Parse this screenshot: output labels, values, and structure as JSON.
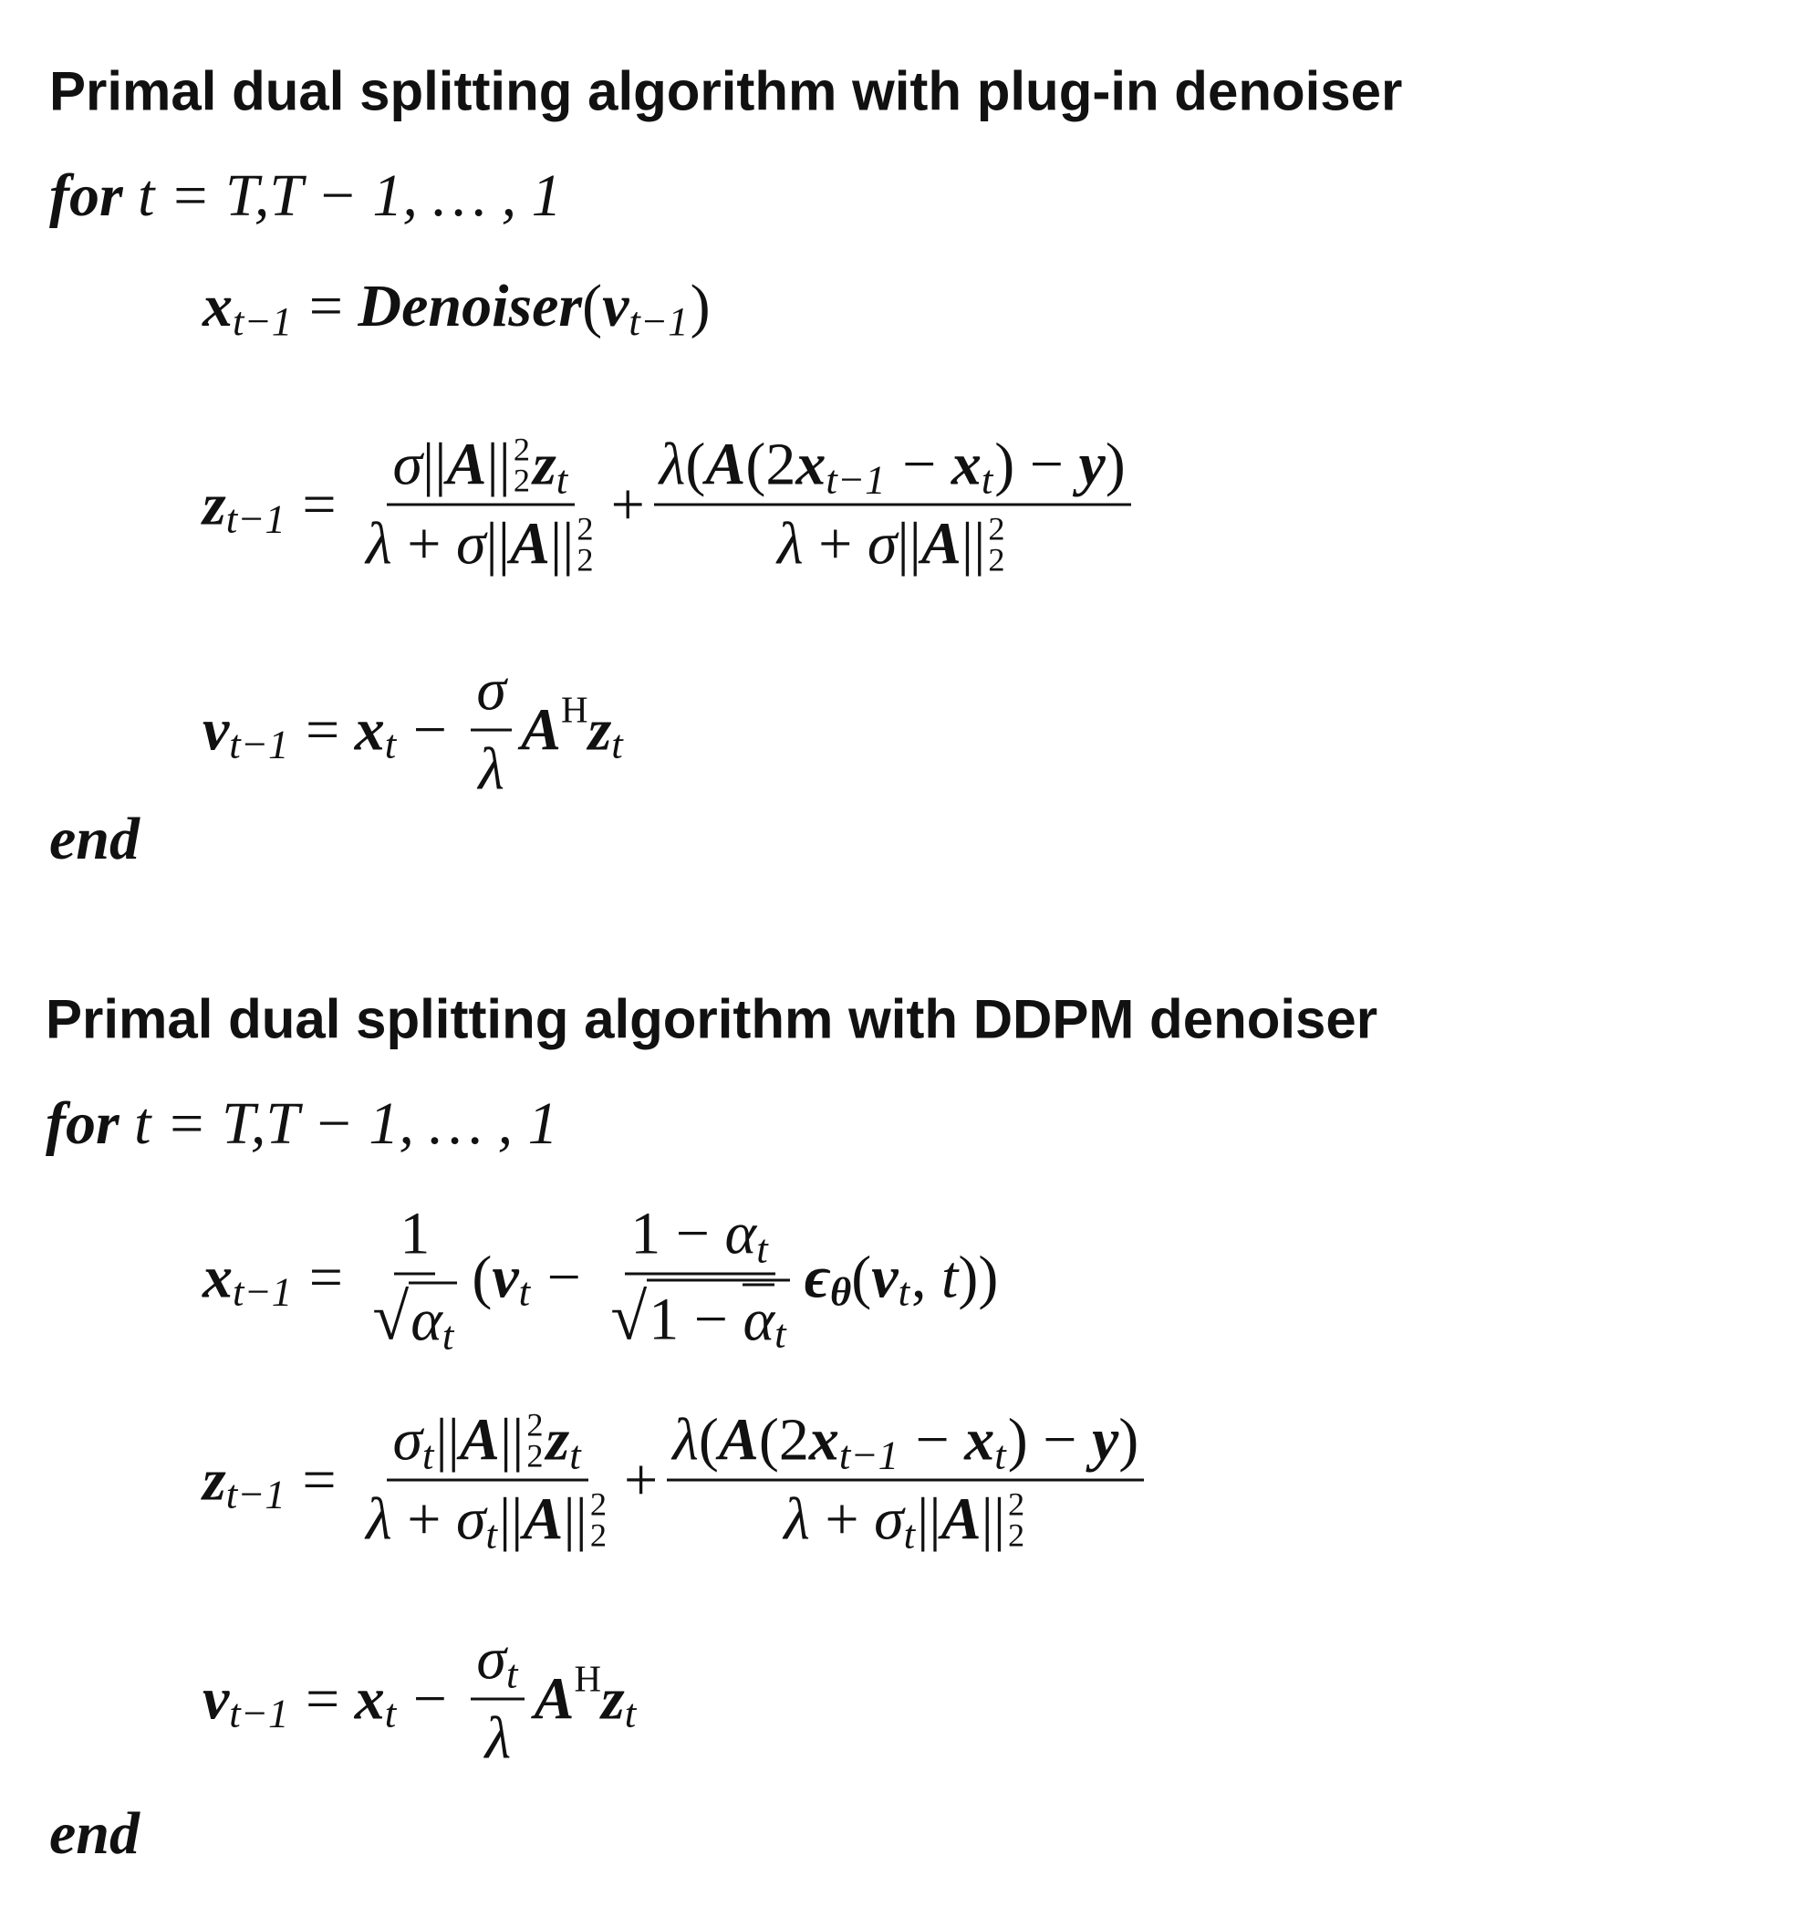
{
  "algorithms": [
    {
      "title": "Primal dual splitting algorithm with plug-in denoiser",
      "for_kw": "for",
      "loop": " t = T,T − 1, … , 1",
      "end_kw": "end",
      "formulas": [
        [
          {
            "t": "x",
            "s": "bi"
          },
          {
            "t": "t−1",
            "s": "sub"
          },
          {
            "t": " = ",
            "s": "r"
          },
          {
            "t": "Denoiser",
            "s": "bi"
          },
          {
            "t": "(",
            "s": "r"
          },
          {
            "t": "v",
            "s": "bi"
          },
          {
            "t": "t−1",
            "s": "sub"
          },
          {
            "t": ")",
            "s": "r"
          }
        ],
        [
          {
            "t": "z",
            "s": "bi"
          },
          {
            "t": "t−1",
            "s": "sub"
          },
          {
            "t": " = ",
            "s": "r"
          },
          {
            "s": "frac",
            "num": [
              {
                "t": "σ",
                "s": "i"
              },
              {
                "t": "||",
                "s": "r"
              },
              {
                "t": "A",
                "s": "bi"
              },
              {
                "t": "||",
                "s": "r"
              },
              {
                "s": "ss",
                "sup": "2",
                "sub": "2"
              },
              {
                "t": "z",
                "s": "bi"
              },
              {
                "t": "t",
                "s": "sub"
              }
            ],
            "den": [
              {
                "t": "λ",
                "s": "i"
              },
              {
                "t": " + ",
                "s": "r"
              },
              {
                "t": "σ",
                "s": "i"
              },
              {
                "t": "||",
                "s": "r"
              },
              {
                "t": "A",
                "s": "bi"
              },
              {
                "t": "||",
                "s": "r"
              },
              {
                "s": "ss",
                "sup": "2",
                "sub": "2"
              }
            ]
          },
          {
            "t": "+",
            "s": "r"
          },
          {
            "s": "frac",
            "num": [
              {
                "t": "λ",
                "s": "i"
              },
              {
                "t": "(",
                "s": "r"
              },
              {
                "t": "A",
                "s": "bi"
              },
              {
                "t": "(2",
                "s": "r"
              },
              {
                "t": "x",
                "s": "bi"
              },
              {
                "t": "t−1",
                "s": "sub"
              },
              {
                "t": " − ",
                "s": "r"
              },
              {
                "t": "x",
                "s": "bi"
              },
              {
                "t": "t",
                "s": "sub"
              },
              {
                "t": ") − ",
                "s": "r"
              },
              {
                "t": "y",
                "s": "bi"
              },
              {
                "t": ")",
                "s": "r"
              }
            ],
            "den": [
              {
                "t": "λ",
                "s": "i"
              },
              {
                "t": " + ",
                "s": "r"
              },
              {
                "t": "σ",
                "s": "i"
              },
              {
                "t": "||",
                "s": "r"
              },
              {
                "t": "A",
                "s": "bi"
              },
              {
                "t": "||",
                "s": "r"
              },
              {
                "s": "ss",
                "sup": "2",
                "sub": "2"
              }
            ]
          }
        ],
        [
          {
            "t": "v",
            "s": "bi"
          },
          {
            "t": "t−1",
            "s": "sub"
          },
          {
            "t": " = ",
            "s": "r"
          },
          {
            "t": "x",
            "s": "bi"
          },
          {
            "t": "t",
            "s": "sub"
          },
          {
            "t": " − ",
            "s": "r"
          },
          {
            "s": "frac",
            "num": [
              {
                "t": "σ",
                "s": "i"
              }
            ],
            "den": [
              {
                "t": "λ",
                "s": "i"
              }
            ]
          },
          {
            "t": "A",
            "s": "bi"
          },
          {
            "t": "H",
            "s": "sup"
          },
          {
            "t": "z",
            "s": "bi"
          },
          {
            "t": "t",
            "s": "sub"
          }
        ]
      ]
    },
    {
      "title": "Primal dual splitting algorithm with DDPM denoiser",
      "for_kw": "for",
      "loop": " t = T,T − 1, … , 1",
      "end_kw": "end",
      "formulas": [
        [
          {
            "t": "x",
            "s": "bi"
          },
          {
            "t": "t−1",
            "s": "sub"
          },
          {
            "t": " = ",
            "s": "r"
          },
          {
            "s": "frac",
            "num": [
              {
                "t": "1",
                "s": "r"
              }
            ],
            "den": [
              {
                "s": "sqrt",
                "body": [
                  {
                    "t": "α",
                    "s": "i"
                  },
                  {
                    "t": "t",
                    "s": "sub"
                  }
                ]
              }
            ]
          },
          {
            "t": "(",
            "s": "r"
          },
          {
            "t": "v",
            "s": "bi"
          },
          {
            "t": "t",
            "s": "sub"
          },
          {
            "t": " − ",
            "s": "r"
          },
          {
            "s": "frac",
            "num": [
              {
                "t": "1 − ",
                "s": "r"
              },
              {
                "t": "α",
                "s": "i"
              },
              {
                "t": "t",
                "s": "sub"
              }
            ],
            "den": [
              {
                "s": "sqrt",
                "body": [
                  {
                    "t": "1 − ",
                    "s": "r"
                  },
                  {
                    "t": "α",
                    "s": "bar"
                  },
                  {
                    "t": "t",
                    "s": "sub"
                  }
                ]
              }
            ]
          },
          {
            "t": "ϵ",
            "s": "bi"
          },
          {
            "t": "θ",
            "s": "subb"
          },
          {
            "t": "(",
            "s": "r"
          },
          {
            "t": "v",
            "s": "bi"
          },
          {
            "t": "t",
            "s": "sub"
          },
          {
            "t": ", ",
            "s": "r"
          },
          {
            "t": "t",
            "s": "i"
          },
          {
            "t": "))",
            "s": "r"
          }
        ],
        [
          {
            "t": "z",
            "s": "bi"
          },
          {
            "t": "t−1",
            "s": "sub"
          },
          {
            "t": " = ",
            "s": "r"
          },
          {
            "s": "frac",
            "num": [
              {
                "t": "σ",
                "s": "i"
              },
              {
                "t": "t",
                "s": "sub"
              },
              {
                "t": "||",
                "s": "r"
              },
              {
                "t": "A",
                "s": "bi"
              },
              {
                "t": "||",
                "s": "r"
              },
              {
                "s": "ss",
                "sup": "2",
                "sub": "2"
              },
              {
                "t": "z",
                "s": "bi"
              },
              {
                "t": "t",
                "s": "sub"
              }
            ],
            "den": [
              {
                "t": "λ",
                "s": "i"
              },
              {
                "t": " + ",
                "s": "r"
              },
              {
                "t": "σ",
                "s": "i"
              },
              {
                "t": "t",
                "s": "sub"
              },
              {
                "t": "||",
                "s": "r"
              },
              {
                "t": "A",
                "s": "bi"
              },
              {
                "t": "||",
                "s": "r"
              },
              {
                "s": "ss",
                "sup": "2",
                "sub": "2"
              }
            ]
          },
          {
            "t": "+",
            "s": "r"
          },
          {
            "s": "frac",
            "num": [
              {
                "t": "λ",
                "s": "i"
              },
              {
                "t": "(",
                "s": "r"
              },
              {
                "t": "A",
                "s": "bi"
              },
              {
                "t": "(2",
                "s": "r"
              },
              {
                "t": "x",
                "s": "bi"
              },
              {
                "t": "t−1",
                "s": "sub"
              },
              {
                "t": " − ",
                "s": "r"
              },
              {
                "t": "x",
                "s": "bi"
              },
              {
                "t": "t",
                "s": "sub"
              },
              {
                "t": ") − ",
                "s": "r"
              },
              {
                "t": "y",
                "s": "bi"
              },
              {
                "t": ")",
                "s": "r"
              }
            ],
            "den": [
              {
                "t": "λ",
                "s": "i"
              },
              {
                "t": " + ",
                "s": "r"
              },
              {
                "t": "σ",
                "s": "i"
              },
              {
                "t": "t",
                "s": "sub"
              },
              {
                "t": "||",
                "s": "r"
              },
              {
                "t": "A",
                "s": "bi"
              },
              {
                "t": "||",
                "s": "r"
              },
              {
                "s": "ss",
                "sup": "2",
                "sub": "2"
              }
            ]
          }
        ],
        [
          {
            "t": "v",
            "s": "bi"
          },
          {
            "t": "t−1",
            "s": "sub"
          },
          {
            "t": " = ",
            "s": "r"
          },
          {
            "t": "x",
            "s": "bi"
          },
          {
            "t": "t",
            "s": "sub"
          },
          {
            "t": " − ",
            "s": "r"
          },
          {
            "s": "frac",
            "num": [
              {
                "t": "σ",
                "s": "i"
              },
              {
                "t": "t",
                "s": "sub"
              }
            ],
            "den": [
              {
                "t": "λ",
                "s": "i"
              }
            ]
          },
          {
            "t": "A",
            "s": "bi"
          },
          {
            "t": "H",
            "s": "sup"
          },
          {
            "t": "z",
            "s": "bi"
          },
          {
            "t": "t",
            "s": "sub"
          }
        ]
      ]
    }
  ]
}
